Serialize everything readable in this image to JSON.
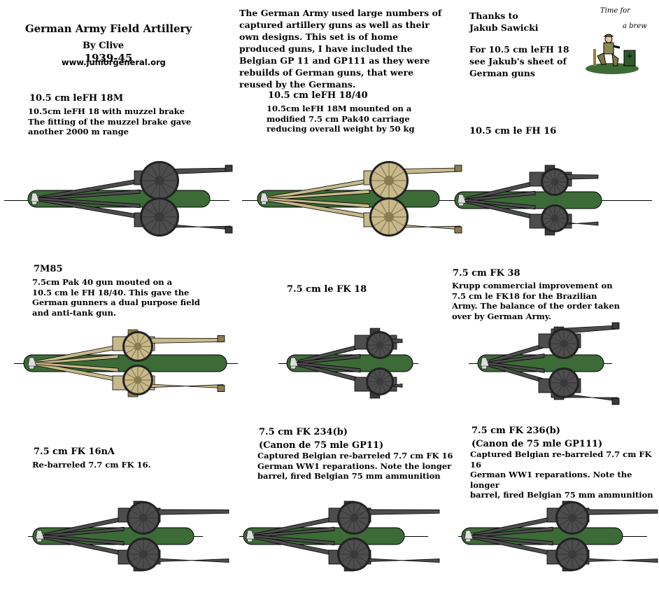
{
  "header": {
    "title_line1": "German Army Field Artillery",
    "title_line2": "1939-45",
    "author": "By Clive",
    "site": "www.juniorgeneral.org",
    "intro": "The German Army used large numbers of\ncaptured artillery guns as well as their\nown designs. This set is of home\nproduced guns, I have included the\nBelgian GP 11 and GP111 as they were\nrebuilds of German guns, that were\nreused by the Germans.",
    "thanks": "Thanks to\nJakub Sawicki",
    "thanks_note": "For 10.5 cm leFH 18\nsee Jakub's sheet of\nGerman guns",
    "logo_text1": "Time for",
    "logo_text2": "a brew"
  },
  "colors": {
    "base": "#3d6b38",
    "grey": "#4d4d4d",
    "wheel": "#3a3a3a",
    "tan": "#c8b98a",
    "tan_dark": "#8a7c50"
  },
  "guns": [
    {
      "title": "10.5 cm leFH 18M",
      "desc": "10.5cm leFH 18 with muzzel brake\nThe fitting of the muzzel brake gave\nanother 2000 m range",
      "color": "grey"
    },
    {
      "title": "10.5 cm leFH 18/40",
      "desc": "10.5cm leFH 18M mounted on a\nmodified 7.5 cm Pak40 carriage\nreducing overall weight by 50 kg",
      "color": "tan"
    },
    {
      "title": "10.5 cm le FH 16",
      "desc": "",
      "color": "grey"
    },
    {
      "title": "7M85",
      "desc": "7.5cm Pak 40 gun mouted on a\n10.5 cm le FH 18/40. This gave the\nGerman gunners a dual purpose field\nand anti-tank gun.",
      "color": "tan"
    },
    {
      "title": "7.5 cm le FK 18",
      "desc": "",
      "color": "grey"
    },
    {
      "title": "7.5 cm FK 38",
      "desc": "Krupp commercial improvement on\n7.5 cm le FK18 for the Brazilian\nArmy. The balance of the order taken\nover by German Army.",
      "color": "grey"
    },
    {
      "title": "7.5 cm FK 16nA",
      "desc": "Re-barreled 7.7 cm FK 16.",
      "color": "grey"
    },
    {
      "title": "7.5 cm FK 234(b)\n(Canon de 75 mle GP11)",
      "desc": "Captured Belgian re-barreled 7.7 cm FK 16\nGerman WW1 reparations. Note the longer\nbarrel, fired Belgian 75 mm ammunition",
      "color": "grey"
    },
    {
      "title": "7.5 cm FK 236(b)\n(Canon de 75 mle GP111)",
      "desc": "Captured Belgian re-barreled 7.7 cm FK 16\nGerman WW1 reparations. Note the longer\nbarrel, fired Belgian 75 mm ammunition",
      "color": "grey"
    }
  ]
}
